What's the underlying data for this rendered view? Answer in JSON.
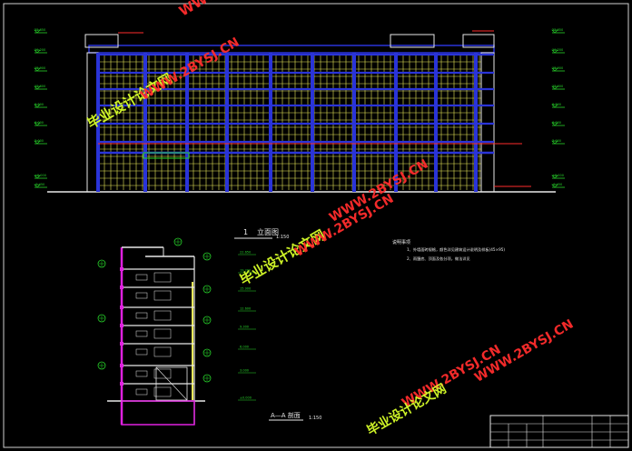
{
  "drawing": {
    "elevation_title": "立面图",
    "elevation_scale": "1:150",
    "section_title": "A—A 剖面",
    "section_scale": "1:150",
    "notes_header": "说明事项",
    "notes": [
      "1、外墙面砖规格，颜色详见建筑设计说明及样板(45×95)",
      "2、雨篷底、顶面及各分项，做法详见"
    ],
    "elevation_level_labels": [
      "22.650",
      "19.200",
      "15.900",
      "12.600",
      "9.300",
      "6.000",
      "3.000",
      "±0.000",
      "-0.450"
    ],
    "section_level_labels": [
      "22.650",
      "19.200",
      "15.900",
      "12.600",
      "9.300",
      "6.000",
      "3.000",
      "±0.000"
    ]
  },
  "watermarks": {
    "cn": "毕业设计论文网",
    "url": "WWW.2BYSJ.CN"
  },
  "colors": {
    "background": "#000000",
    "wall_blue": "#2a34d8",
    "grid_yellow": "#e8e85a",
    "axis_green": "#27d32a",
    "level_red": "#ff2d2d",
    "line_white": "#e8e8e8",
    "section_magenta": "#e020e0"
  }
}
